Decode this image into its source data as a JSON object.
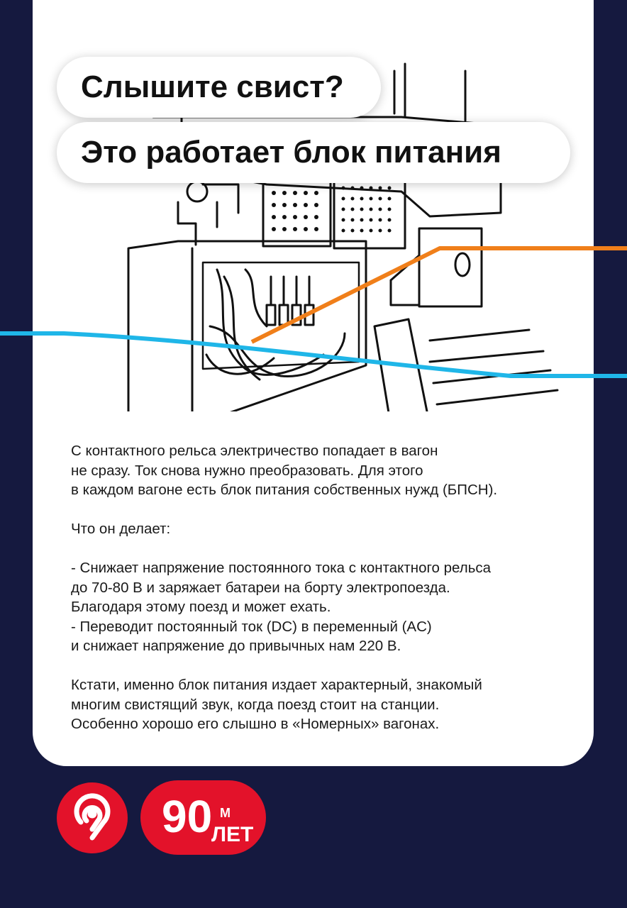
{
  "headline": {
    "line1": "Слышите свист?",
    "line2": "Это работает блок питания"
  },
  "body": {
    "p1_l1": "С контактного рельса электричество попадает в вагон",
    "p1_l2": "не сразу. Ток снова нужно преобразовать. Для этого",
    "p1_l3": "в каждом вагоне есть блок питания собственных нужд (БПСН).",
    "p2": "Что он делает:",
    "p3_l1": "- Снижает напряжение постоянного тока с контактного рельса",
    "p3_l2": "до 70-80 В и заряжает батареи на борту электропоезда.",
    "p3_l3": "Благодаря этому поезд и может ехать.",
    "p3_l4": "- Переводит постоянный ток (DC) в переменный (AC)",
    "p3_l5": "и снижает напряжение до привычных нам 220 В.",
    "p4_l1": "Кстати, именно блок питания издает характерный, знакомый",
    "p4_l2": "многим свистящий звук, когда поезд стоит на станции.",
    "p4_l3": "Особенно хорошо его слышно в «Номерных» вагонах."
  },
  "logos": {
    "anniversary_number": "90",
    "anniversary_m": "М",
    "anniversary_word": "ЛЕТ"
  },
  "colors": {
    "background": "#15193f",
    "card": "#ffffff",
    "brand_red": "#e3122a",
    "line_orange": "#f07f1a",
    "line_cyan": "#1fb6e8"
  }
}
